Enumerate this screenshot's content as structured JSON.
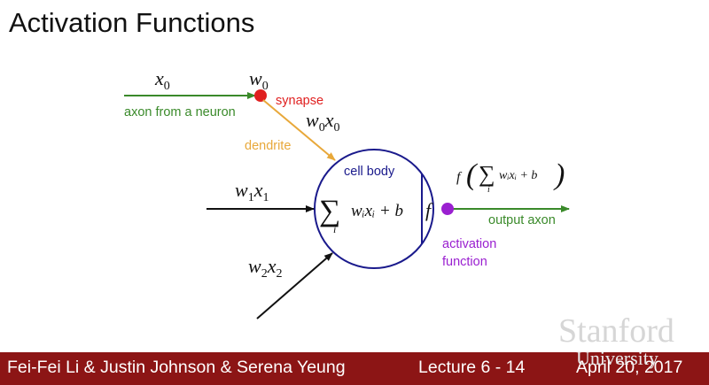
{
  "slide": {
    "title": "Activation Functions",
    "footer": {
      "authors": "Fei-Fei Li & Justin Johnson & Serena Yeung",
      "lecture": "Lecture 6 - 14",
      "date": "April 20, 2017"
    },
    "watermark": {
      "line1": "Stanford",
      "line2": "University"
    }
  },
  "diagram": {
    "labels": {
      "x0": "x",
      "x0_sub": "0",
      "w0": "w",
      "w0_sub": "0",
      "w0x0_w": "w",
      "w0x0_w_sub": "0",
      "w0x0_x": "x",
      "w0x0_x_sub": "0",
      "axon": "axon from a neuron",
      "synapse": "synapse",
      "dendrite": "dendrite",
      "cell_body": "cell body",
      "w1x1_w": "w",
      "w1x1_w_sub": "1",
      "w1x1_x": "x",
      "w1x1_x_sub": "1",
      "w2x2_w": "w",
      "w2x2_w_sub": "2",
      "w2x2_x": "x",
      "w2x2_x_sub": "2",
      "sum_expr": "wᵢxᵢ + b",
      "sum_index": "i",
      "f": "f",
      "out_f": "f",
      "out_expr": "wᵢxᵢ + b",
      "out_index": "i",
      "output_axon": "output axon",
      "activation1": "activation",
      "activation2": "function"
    },
    "colors": {
      "green": "#3a8a2a",
      "red": "#e02020",
      "orange": "#e8a83a",
      "blue": "#1a1a8c",
      "purple": "#9a20d0",
      "footer": "#8c1515"
    }
  }
}
